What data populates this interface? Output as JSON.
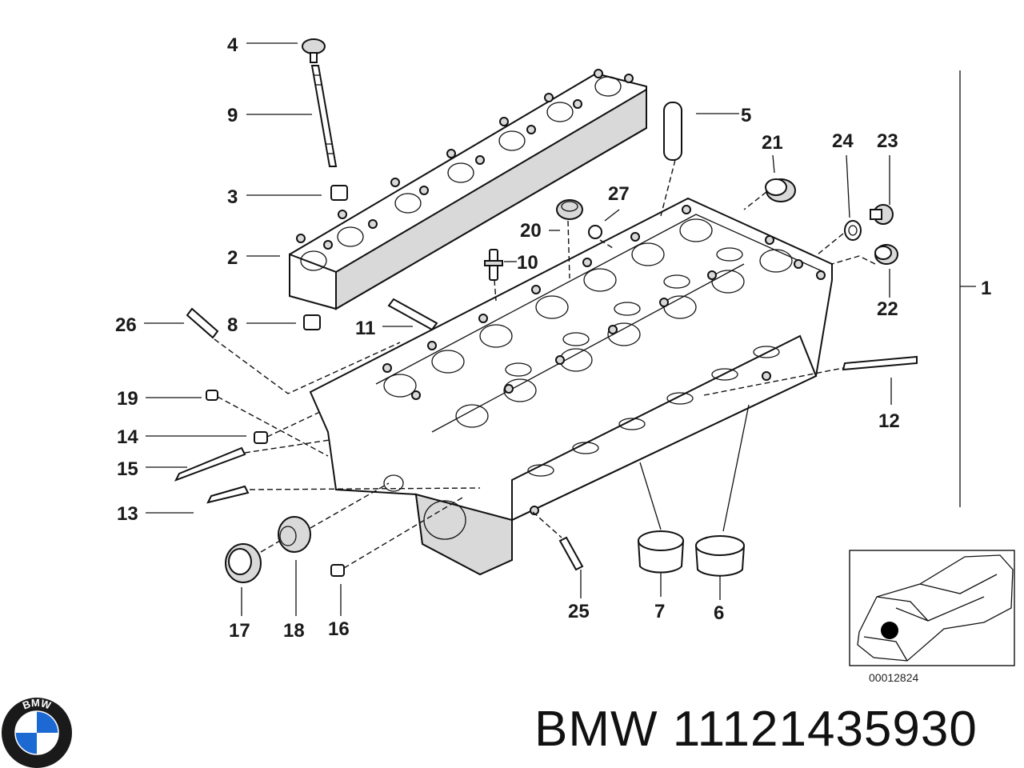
{
  "caption": {
    "brand": "BMW",
    "part_number": "11121435930"
  },
  "logo": {
    "letters": "BMW",
    "colors": {
      "blue": "#1c69d4",
      "ring": "#1a1a1a",
      "white": "#ffffff"
    }
  },
  "inset": {
    "code": "00012824"
  },
  "callouts": [
    "1",
    "2",
    "3",
    "4",
    "5",
    "6",
    "7",
    "8",
    "9",
    "10",
    "11",
    "12",
    "13",
    "14",
    "15",
    "16",
    "17",
    "18",
    "19",
    "20",
    "21",
    "22",
    "23",
    "24",
    "25",
    "26",
    "27"
  ]
}
